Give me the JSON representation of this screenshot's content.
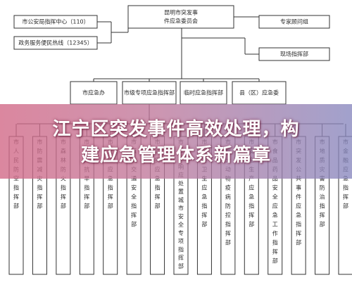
{
  "headline": {
    "line1": "江宁区突发事件高效处理，构",
    "line2": "建应急管理体系新篇章"
  },
  "org_chart": {
    "top": "昆明市突发事件应急委员会",
    "left_boxes": [
      "市公安局指挥中心（110）",
      "政务服务便民热线（12345）"
    ],
    "right_boxes": [
      "专家顾问组",
      "现场指挥部"
    ],
    "level2": [
      "市应急办",
      "市级专项应急指挥部",
      "临时应急指挥部",
      "县（区）应急委"
    ],
    "level3": [
      "市人民防空指挥部",
      "市防震减灾指挥部",
      "市森林防火指挥部",
      "市防汛抗旱指挥部",
      "市交通应急指挥部",
      "市道路交通安全指挥部",
      "市治安应急指挥部",
      "市应急响应处置城市安全专项指挥部",
      "市公共卫生应急指挥部",
      "市重大动物疫病防控指挥部",
      "市安全生产应急指挥部",
      "市食品药品安全应急工作指挥部",
      "市突发公共事件应急指挥部",
      "市地质灾害防治指挥部",
      "市金融应急指挥部"
    ]
  }
}
